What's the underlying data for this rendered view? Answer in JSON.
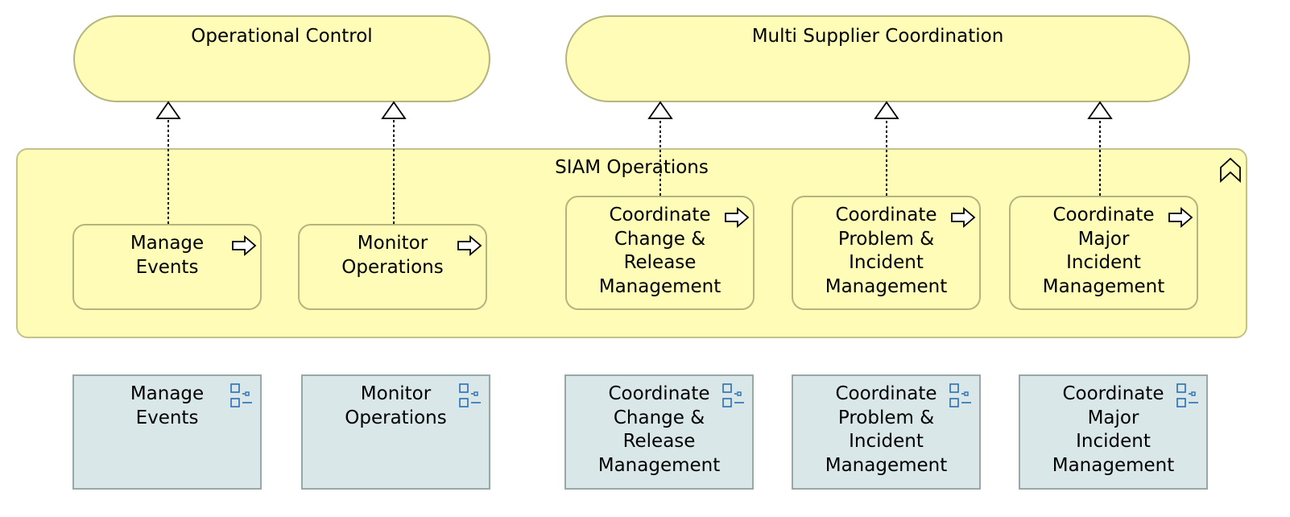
{
  "services": [
    {
      "id": "operational-control",
      "label": "Operational Control"
    },
    {
      "id": "multi-supplier-coordination",
      "label": "Multi Supplier Coordination"
    }
  ],
  "group": {
    "label": "SIAM Operations"
  },
  "processes": [
    {
      "label": "Manage\nEvents"
    },
    {
      "label": "Monitor\nOperations"
    },
    {
      "label": "Coordinate\nChange &\nRelease\nManagement"
    },
    {
      "label": "Coordinate\nProblem &\nIncident\nManagement"
    },
    {
      "label": "Coordinate\nMajor\nIncident\nManagement"
    }
  ],
  "components": [
    {
      "label": "Manage\nEvents"
    },
    {
      "label": "Monitor\nOperations"
    },
    {
      "label": "Coordinate\nChange &\nRelease\nManagement"
    },
    {
      "label": "Coordinate\nProblem &\nIncident\nManagement"
    },
    {
      "label": "Coordinate\nMajor\nIncident\nManagement"
    }
  ],
  "relations": [
    {
      "from": "process-0",
      "to": "service-0",
      "type": "realization"
    },
    {
      "from": "process-1",
      "to": "service-0",
      "type": "realization"
    },
    {
      "from": "process-2",
      "to": "service-1",
      "type": "realization"
    },
    {
      "from": "process-3",
      "to": "service-1",
      "type": "realization"
    },
    {
      "from": "process-4",
      "to": "service-1",
      "type": "realization"
    }
  ],
  "colors": {
    "business_fill": "#fefcb6",
    "business_border": "#b6b47e",
    "component_fill": "#d9e7e8",
    "component_border": "#9aa7a8",
    "icon_blue": "#2a6fb5"
  }
}
